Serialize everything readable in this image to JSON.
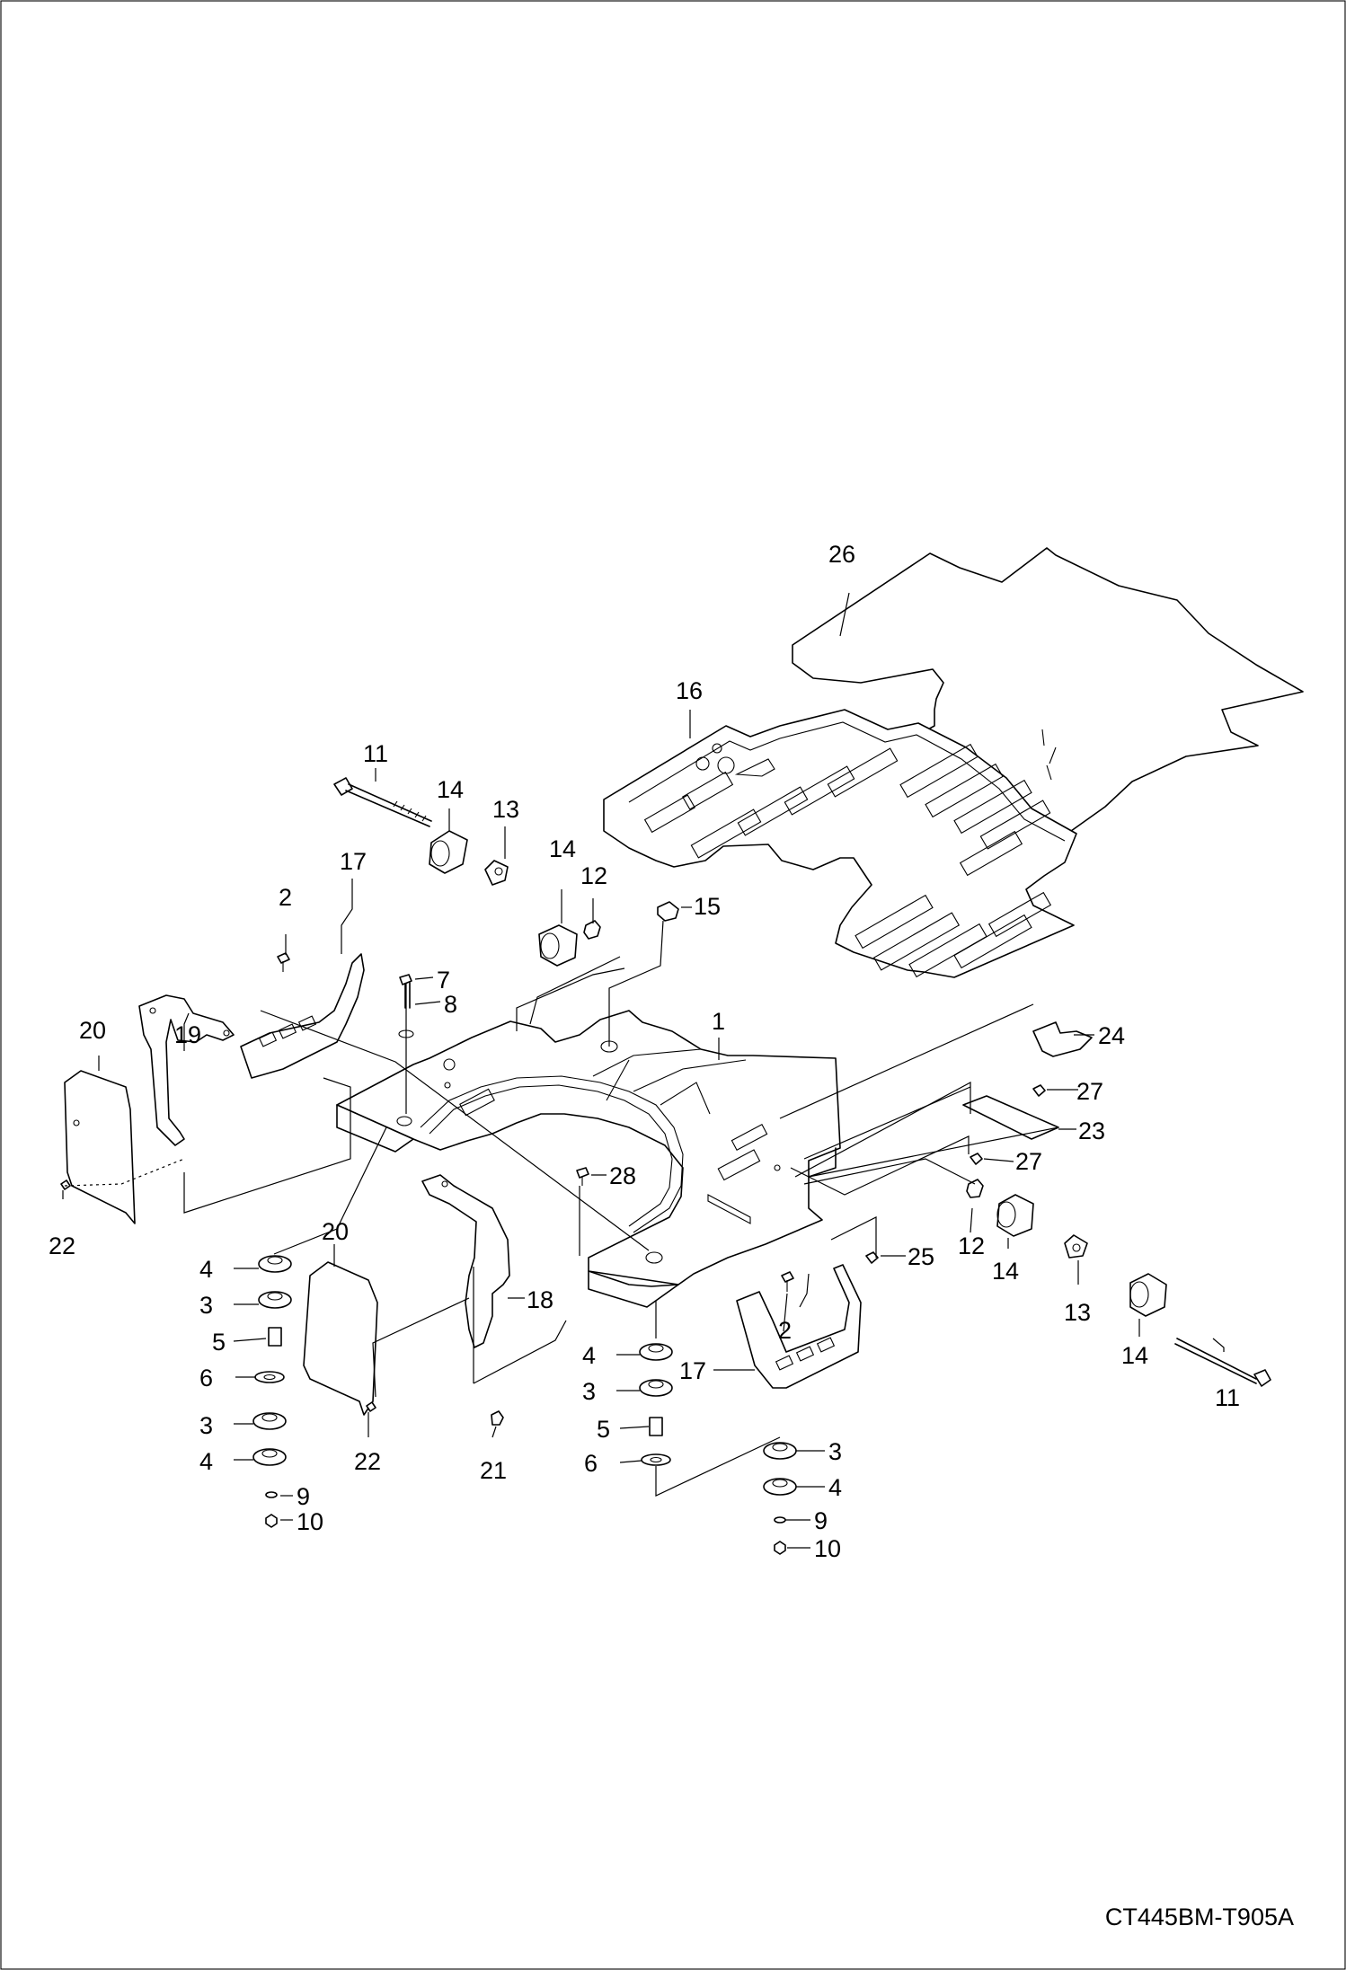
{
  "drawing_id": "CT445BM-T905A",
  "callouts": [
    {
      "key": "c26",
      "label": "26"
    },
    {
      "key": "c16",
      "label": "16"
    },
    {
      "key": "c11a",
      "label": "11"
    },
    {
      "key": "c14a",
      "label": "14"
    },
    {
      "key": "c13a",
      "label": "13"
    },
    {
      "key": "c14b",
      "label": "14"
    },
    {
      "key": "c12a",
      "label": "12"
    },
    {
      "key": "c17a",
      "label": "17"
    },
    {
      "key": "c2a",
      "label": "2"
    },
    {
      "key": "c15",
      "label": "15"
    },
    {
      "key": "c7",
      "label": "7"
    },
    {
      "key": "c8",
      "label": "8"
    },
    {
      "key": "c19",
      "label": "19"
    },
    {
      "key": "c1",
      "label": "1"
    },
    {
      "key": "c20a",
      "label": "20"
    },
    {
      "key": "c24",
      "label": "24"
    },
    {
      "key": "c27a",
      "label": "27"
    },
    {
      "key": "c23",
      "label": "23"
    },
    {
      "key": "c27b",
      "label": "27"
    },
    {
      "key": "c22a",
      "label": "22"
    },
    {
      "key": "c28",
      "label": "28"
    },
    {
      "key": "c12b",
      "label": "12"
    },
    {
      "key": "c14c",
      "label": "14"
    },
    {
      "key": "c25",
      "label": "25"
    },
    {
      "key": "c4a",
      "label": "4"
    },
    {
      "key": "c20b",
      "label": "20"
    },
    {
      "key": "c3a",
      "label": "3"
    },
    {
      "key": "c18",
      "label": "18"
    },
    {
      "key": "c13b",
      "label": "13"
    },
    {
      "key": "c5a",
      "label": "5"
    },
    {
      "key": "c2b",
      "label": "2"
    },
    {
      "key": "c14d",
      "label": "14"
    },
    {
      "key": "c6a",
      "label": "6"
    },
    {
      "key": "c17b",
      "label": "17"
    },
    {
      "key": "c4b",
      "label": "4"
    },
    {
      "key": "c3b",
      "label": "3"
    },
    {
      "key": "c11b",
      "label": "11"
    },
    {
      "key": "c3c",
      "label": "3"
    },
    {
      "key": "c4c",
      "label": "4"
    },
    {
      "key": "c5b",
      "label": "5"
    },
    {
      "key": "c22b",
      "label": "22"
    },
    {
      "key": "c21",
      "label": "21"
    },
    {
      "key": "c6b",
      "label": "6"
    },
    {
      "key": "c3d",
      "label": "3"
    },
    {
      "key": "c4d",
      "label": "4"
    },
    {
      "key": "c9a",
      "label": "9"
    },
    {
      "key": "c10a",
      "label": "10"
    },
    {
      "key": "c9b",
      "label": "9"
    },
    {
      "key": "c10b",
      "label": "10"
    }
  ]
}
